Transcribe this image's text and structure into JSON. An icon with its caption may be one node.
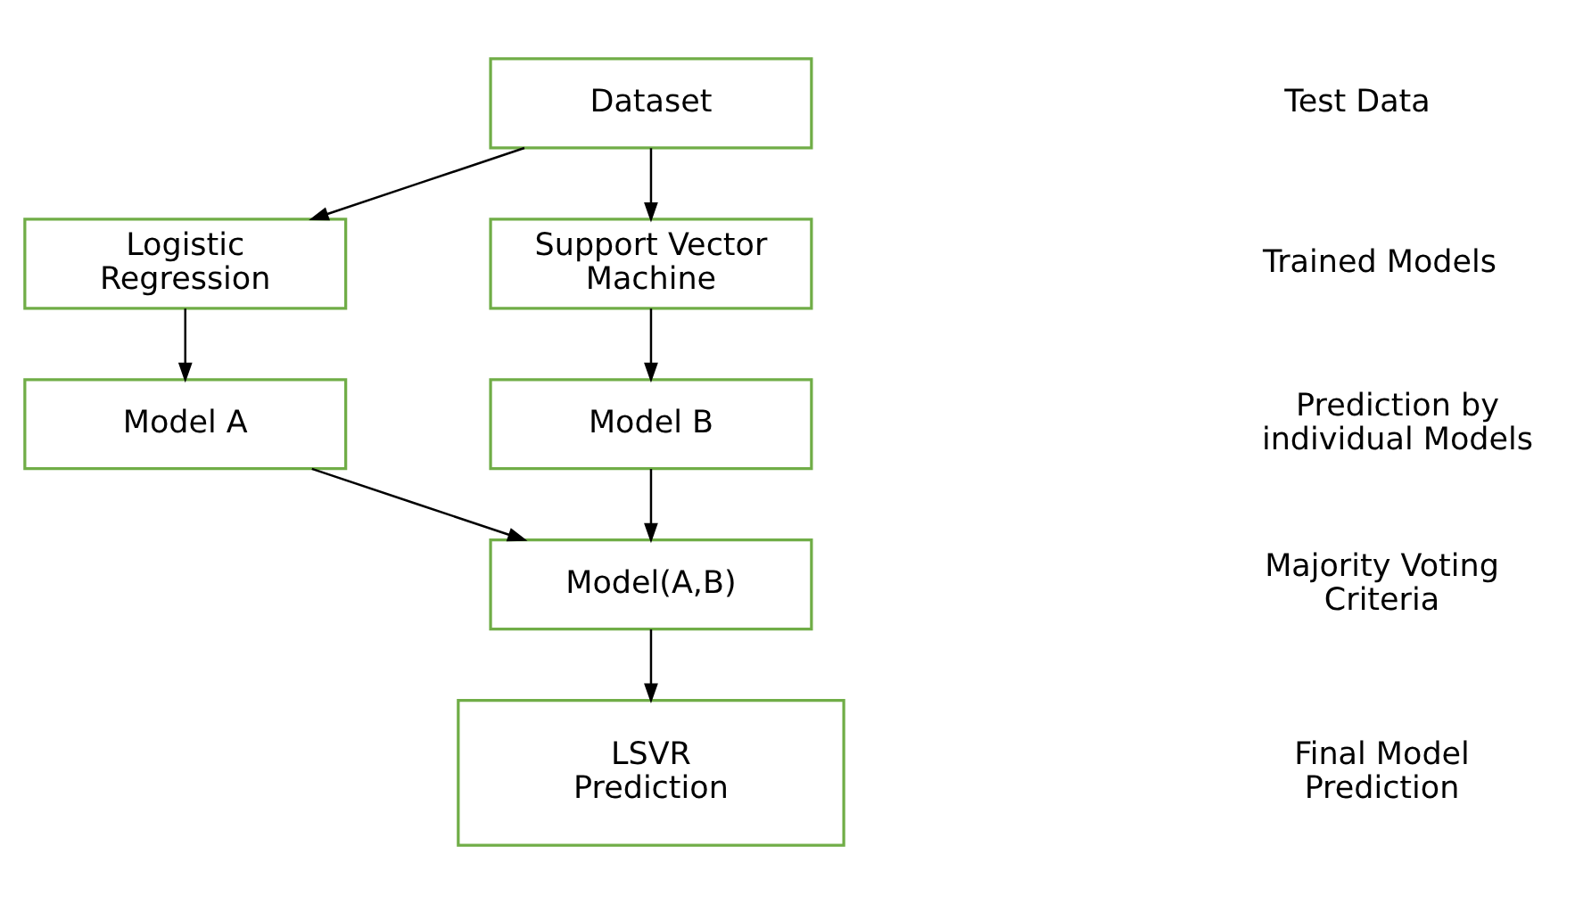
{
  "diagram": {
    "nodes": [
      {
        "text": [
          "Dataset"
        ]
      },
      {
        "text": [
          "Logistic Regression"
        ]
      },
      {
        "text": [
          "Support Vector Machine"
        ]
      },
      {
        "text": [
          "Model A"
        ]
      },
      {
        "text": [
          "Model B"
        ]
      },
      {
        "text": [
          "Model(A,B)"
        ]
      },
      {
        "text": [
          "LSVR Prediction"
        ]
      }
    ],
    "edges": [
      {
        "from": 0,
        "to": 1,
        "arrow": "to"
      },
      {
        "from": 0,
        "to": 2,
        "arrow": "to"
      },
      {
        "from": 1,
        "to": 3,
        "arrow": "to"
      },
      {
        "from": 2,
        "to": 4,
        "arrow": "to"
      },
      {
        "from": 3,
        "to": 5,
        "arrow": "to"
      },
      {
        "from": 4,
        "to": 5,
        "arrow": "to"
      },
      {
        "from": 5,
        "to": 6,
        "arrow": "to"
      }
    ],
    "labels": [
      "Test Data",
      "Trained Models",
      "Prediction by individual Models",
      "Majority Voting Criteria",
      "Final Model Prediction"
    ]
  }
}
